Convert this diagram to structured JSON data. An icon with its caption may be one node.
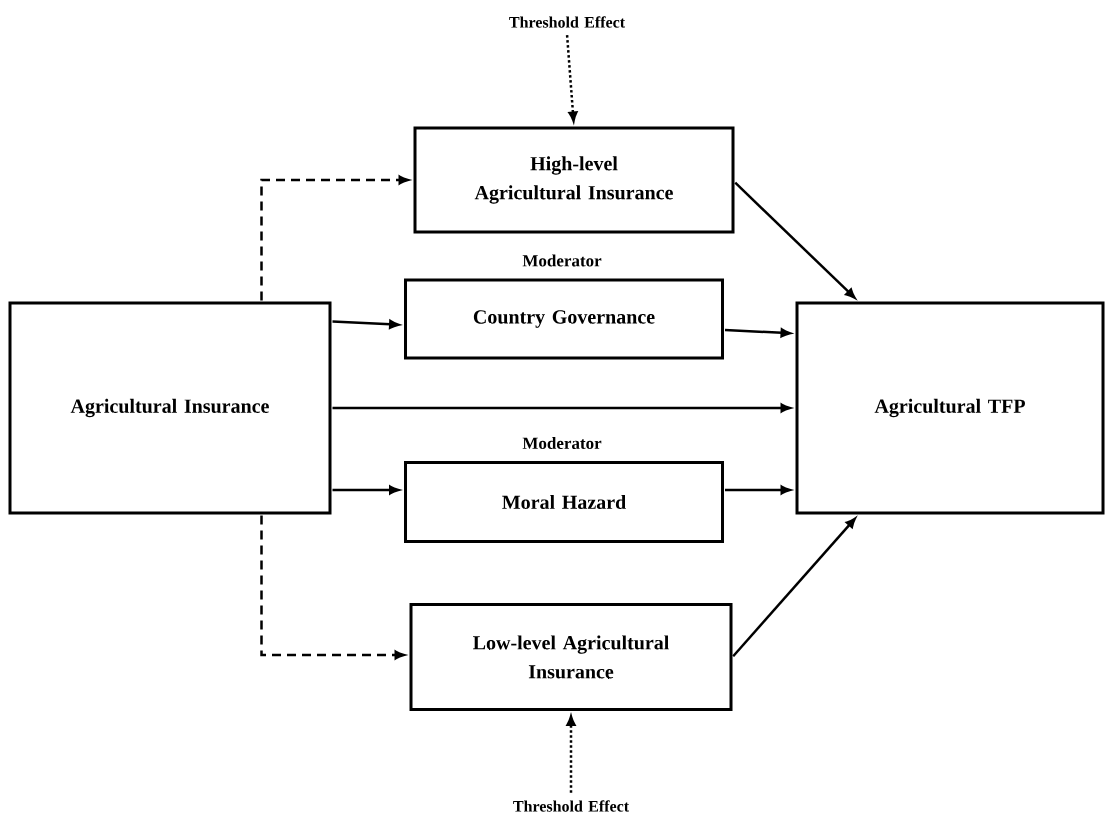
{
  "diagram": {
    "nodes": [
      {
        "text": [
          "Threshold Effect"
        ]
      },
      {
        "text": [
          "High-level Agricultural Insurance"
        ]
      },
      {
        "text": [
          "Country Governance"
        ],
        "beside": [
          "Moderator"
        ]
      },
      {
        "text": [
          "Agricultural Insurance"
        ]
      },
      {
        "text": [
          "Agricultural TFP"
        ]
      },
      {
        "text": [
          "Moral Hazard"
        ],
        "beside": [
          "Moderator"
        ]
      },
      {
        "text": [
          "Low-level Agricultural Insurance"
        ]
      },
      {
        "text": [
          "Threshold Effect"
        ]
      }
    ],
    "edges": [
      {
        "from": 0,
        "to": 1,
        "arrow": "to",
        "style": "dashed"
      },
      {
        "from": 3,
        "to": 1,
        "arrow": "to",
        "style": "dashed"
      },
      {
        "from": 1,
        "to": 4,
        "arrow": "to"
      },
      {
        "from": 3,
        "to": 2,
        "arrow": "to"
      },
      {
        "from": 2,
        "to": 4,
        "arrow": "to"
      },
      {
        "from": 3,
        "to": 4,
        "arrow": "to"
      },
      {
        "from": 3,
        "to": 5,
        "arrow": "to"
      },
      {
        "from": 5,
        "to": 4,
        "arrow": "to"
      },
      {
        "from": 3,
        "to": 6,
        "arrow": "to",
        "style": "dashed"
      },
      {
        "from": 6,
        "to": 4,
        "arrow": "to"
      },
      {
        "from": 7,
        "to": 6,
        "arrow": "to",
        "style": "dashed"
      }
    ]
  }
}
